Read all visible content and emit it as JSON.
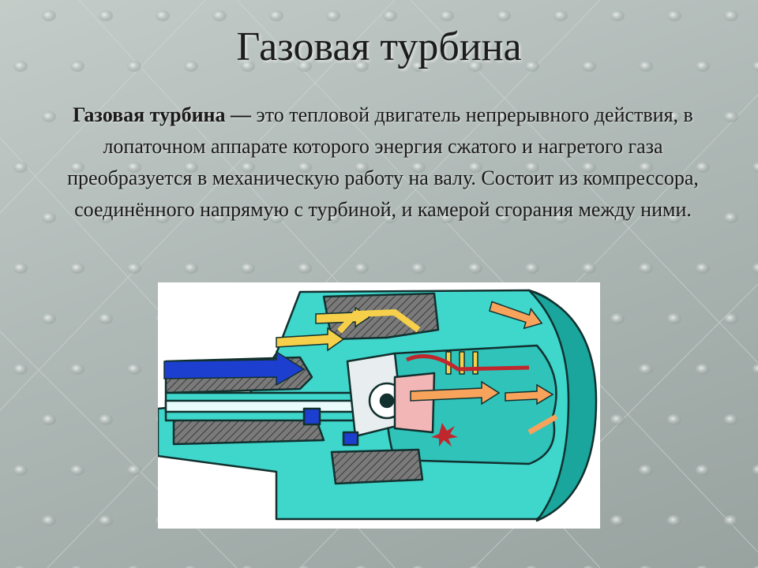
{
  "slide": {
    "title": "Газовая турбина",
    "definition_term": "Газовая турбина",
    "definition_dash": " — ",
    "definition_text": "это тепловой двигатель непрерывного действия, в лопаточном аппарате которого энергия сжатого и нагретого газа преобразуется в механическую работу на валу. Состоит из компрессора, соединённого напрямую с турбиной, и камерой сгорания между ними."
  },
  "figure": {
    "subject": "gas-turbine-cutaway",
    "colors": {
      "casing": "#3fd6cc",
      "casing_dark": "#1aa59d",
      "outline": "#11302e",
      "hatch": "#606060",
      "hot_gas_arrow": "#f7a35c",
      "air_arrow": "#f6d04a",
      "inlet_arrow": "#1d3fd0",
      "flame": "#c0272d",
      "chamber": "#f3b6b6"
    }
  }
}
